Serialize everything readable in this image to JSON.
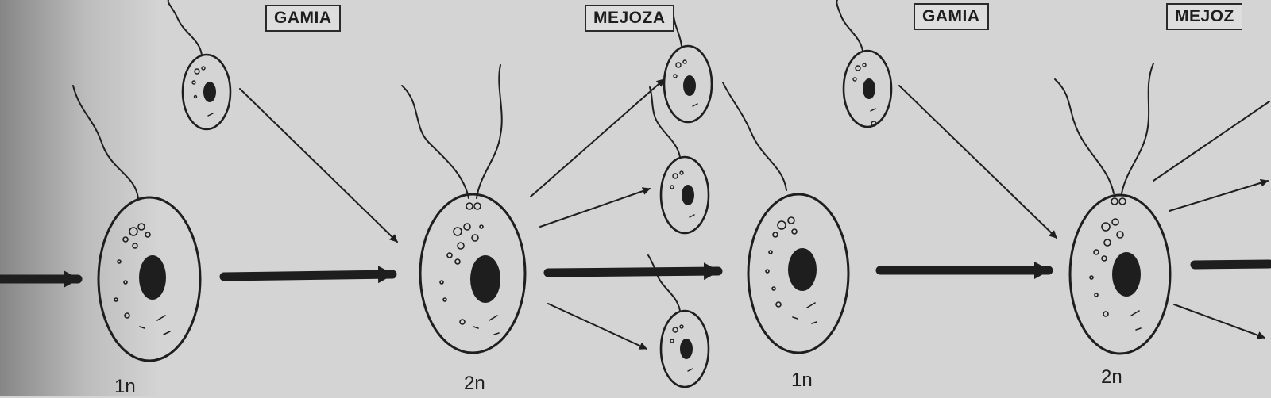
{
  "labels": {
    "gamia_1": "GAMIA",
    "mejoza_1": "MEJOZA",
    "gamia_2": "GAMIA",
    "mejoza_2": "MEJOZ"
  },
  "ploidy": {
    "cell_1": "1n",
    "cell_2": "2n",
    "cell_3": "1n",
    "cell_4": "2n"
  },
  "colors": {
    "paper": "#d4d4d4",
    "ink": "#1e1e1e"
  }
}
